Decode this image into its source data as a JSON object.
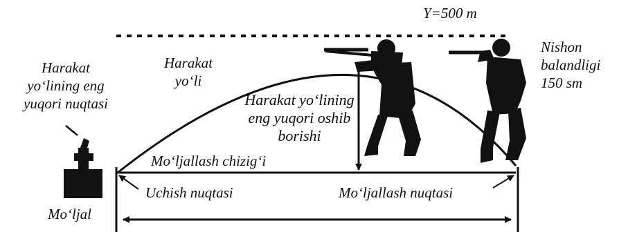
{
  "colors": {
    "ink": "#111111",
    "background": "#ffffff"
  },
  "labels": {
    "max_height": "Y=500 m",
    "target_height": [
      "Nishon",
      "balandligi",
      "150 sm"
    ],
    "top_point_left": [
      "Harakat",
      "yo‘lining eng",
      "yuqori nuqtasi"
    ],
    "trajectory": [
      "Harakat",
      "yo‘li"
    ],
    "max_excess": [
      "Harakat yo‘lining",
      "eng yuqori oshib",
      "borishi"
    ],
    "line_of_sight": "Mo‘ljallash chizig‘i",
    "departure_point": "Uchish nuqtasi",
    "aiming_point": "Mo‘ljallash nuqtasi",
    "aim": "Mo‘ljal"
  },
  "icons": [
    "aim-target-silhouette",
    "shooter-silhouette",
    "target-figure-silhouette"
  ]
}
